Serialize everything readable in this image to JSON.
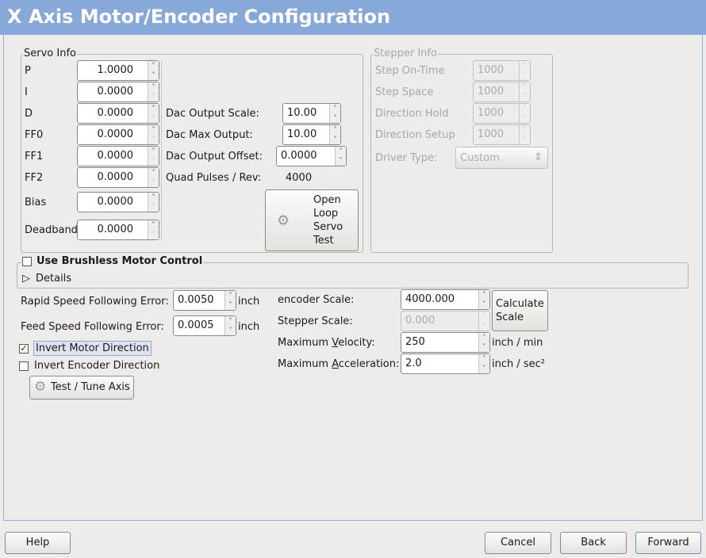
{
  "title": "X Axis Motor/Encoder Configuration",
  "servo": {
    "label": "Servo Info",
    "params": [
      {
        "label": "P",
        "value": "1.0000"
      },
      {
        "label": "I",
        "value": "0.0000"
      },
      {
        "label": "D",
        "value": "0.0000"
      },
      {
        "label": "FF0",
        "value": "0.0000"
      },
      {
        "label": "FF1",
        "value": "0.0000"
      },
      {
        "label": "FF2",
        "value": "0.0000"
      },
      {
        "label": "Bias",
        "value": "0.0000"
      },
      {
        "label": "Deadband",
        "value": "0.0000"
      }
    ],
    "dac_scale_label": "Dac Output Scale:",
    "dac_scale": "10.00",
    "dac_max_label": "Dac Max Output:",
    "dac_max": "10.00",
    "dac_offset_label": "Dac Output Offset:",
    "dac_offset": "0.0000",
    "quad_label": "Quad Pulses / Rev:",
    "quad": "4000",
    "open_loop_label": "Open Loop Servo Test"
  },
  "stepper": {
    "label": "Stepper Info",
    "params": [
      {
        "label": "Step On-Time",
        "value": "1000"
      },
      {
        "label": "Step Space",
        "value": "1000"
      },
      {
        "label": "Direction Hold",
        "value": "1000"
      },
      {
        "label": "Direction Setup",
        "value": "1000"
      }
    ],
    "driver_label": "Driver Type:",
    "driver": "Custom"
  },
  "brushless": {
    "label": "Use Brushless Motor Control",
    "checked": false,
    "details": "Details"
  },
  "rapid": {
    "label": "Rapid Speed Following Error:",
    "value": "0.0050",
    "unit": "inch"
  },
  "feed": {
    "label": "Feed Speed Following Error:",
    "value": "0.0005",
    "unit": "inch"
  },
  "invert_motor": {
    "label": "Invert Motor Direction",
    "checked": true
  },
  "invert_encoder": {
    "label": "Invert Encoder Direction",
    "checked": false
  },
  "test_tune": "Test / Tune Axis",
  "encoder_scale": {
    "label": "encoder Scale:",
    "value": "4000.000"
  },
  "stepper_scale": {
    "label": "Stepper Scale:",
    "value": "0.000"
  },
  "calc_scale": "Calculate Scale",
  "max_vel": {
    "label_pre": "Maximum ",
    "label_u": "V",
    "label_post": "elocity:",
    "value": "250",
    "unit": "inch / min"
  },
  "max_acc": {
    "label_pre": "Maximum ",
    "label_u": "A",
    "label_post": "cceleration:",
    "value": "2.0",
    "unit": "inch / sec²"
  },
  "buttons": {
    "help": "Help",
    "cancel": "Cancel",
    "back": "Back",
    "forward": "Forward"
  }
}
